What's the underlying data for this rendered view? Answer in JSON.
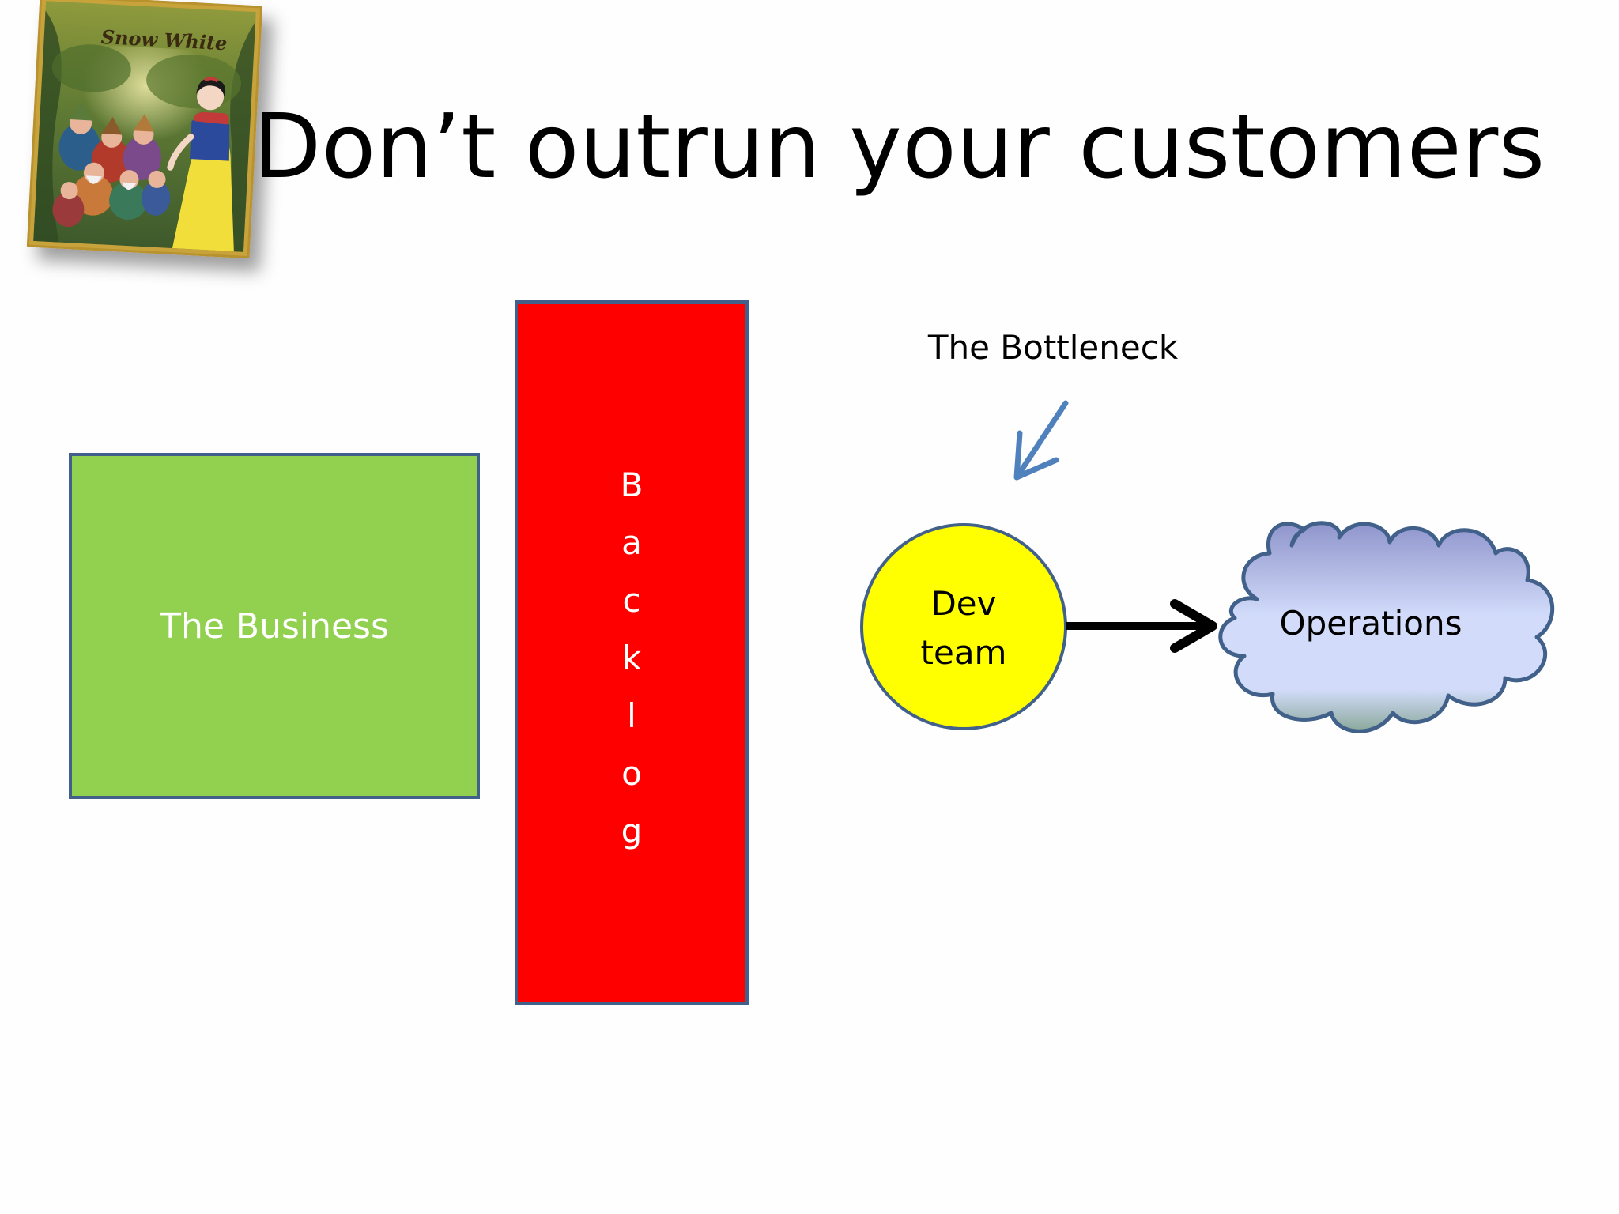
{
  "slide": {
    "title": "Don’t outrun your customers",
    "book_cover_title": "Snow White"
  },
  "diagram": {
    "business_label": "The Business",
    "backlog_letters": [
      "B",
      "a",
      "c",
      "k",
      "l",
      "o",
      "g"
    ],
    "bottleneck_label": "The Bottleneck",
    "dev_team_lines": [
      "Dev",
      "team"
    ],
    "operations_label": "Operations"
  },
  "colors": {
    "business_fill": "#92d050",
    "backlog_fill": "#ff0000",
    "dev_team_fill": "#ffff00",
    "shape_border": "#41608a",
    "arrow_blue": "#4f81bd",
    "cloud_top": "#8f95cc",
    "cloud_mid": "#d2dcfa"
  }
}
